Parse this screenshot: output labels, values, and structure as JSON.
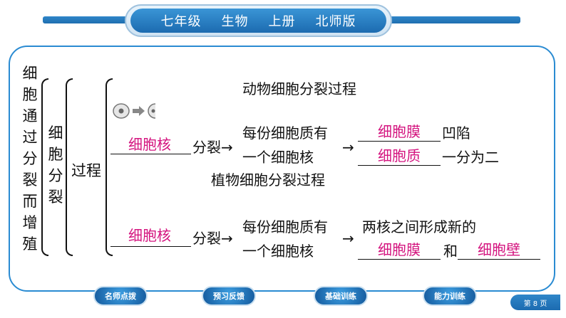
{
  "header": {
    "grade": "七年级",
    "subject": "生物",
    "volume": "上册",
    "edition": "北师版"
  },
  "diagram": {
    "root_label": "细胞通过分裂而增殖",
    "branch_label": "细胞分裂",
    "process_label": "过程",
    "animal": {
      "title": "动物细胞分裂过程",
      "step1_answer": "细胞核",
      "step1_suffix": "分裂→",
      "step2_line1": "每份细胞质有",
      "step2_line2": "一个细胞核",
      "arrow": "→",
      "result1_answer": "细胞膜",
      "result1_suffix": "凹陷",
      "result2_answer": "细胞质",
      "result2_suffix": "一分为二"
    },
    "plant": {
      "title": "植物细胞分裂过程",
      "step1_answer": "细胞核",
      "step1_suffix": "分裂→",
      "step2_line1": "每份细胞质有",
      "step2_line2": "一个细胞核",
      "arrow": "→",
      "result_line1": "两核之间形成新的",
      "result_answer1": "细胞膜",
      "result_connector": "和",
      "result_answer2": "细胞壁"
    }
  },
  "footer": {
    "buttons": [
      "名师点拨",
      "预习反馈",
      "基础训练",
      "能力训练"
    ],
    "page_label": "第 8 页"
  },
  "colors": {
    "primary_blue": "#2a8bd2",
    "answer_magenta": "#d4147f"
  }
}
